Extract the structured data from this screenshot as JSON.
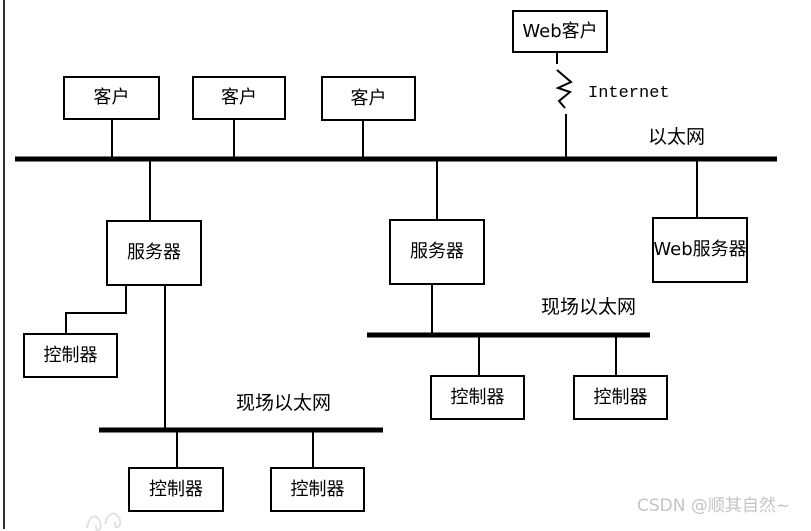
{
  "diagram": {
    "nodes": {
      "client1": {
        "label": "客户"
      },
      "client2": {
        "label": "客户"
      },
      "client3": {
        "label": "客户"
      },
      "web_client": {
        "label": "Web客户"
      },
      "server_left": {
        "label": "服务器"
      },
      "server_right": {
        "label": "服务器"
      },
      "web_server": {
        "label": "Web服务器"
      },
      "controller_left": {
        "label": "控制器"
      },
      "controller_a": {
        "label": "控制器"
      },
      "controller_b": {
        "label": "控制器"
      },
      "controller_c": {
        "label": "控制器"
      },
      "controller_d": {
        "label": "控制器"
      }
    },
    "network_labels": {
      "internet": "Internet",
      "ethernet": "以太网",
      "field_ethernet_left": "现场以太网",
      "field_ethernet_right": "现场以太网"
    },
    "colors": {
      "line": "#000000",
      "watermark": "#c4c4c4"
    }
  },
  "watermark": {
    "text": "CSDN @顺其自然~"
  }
}
